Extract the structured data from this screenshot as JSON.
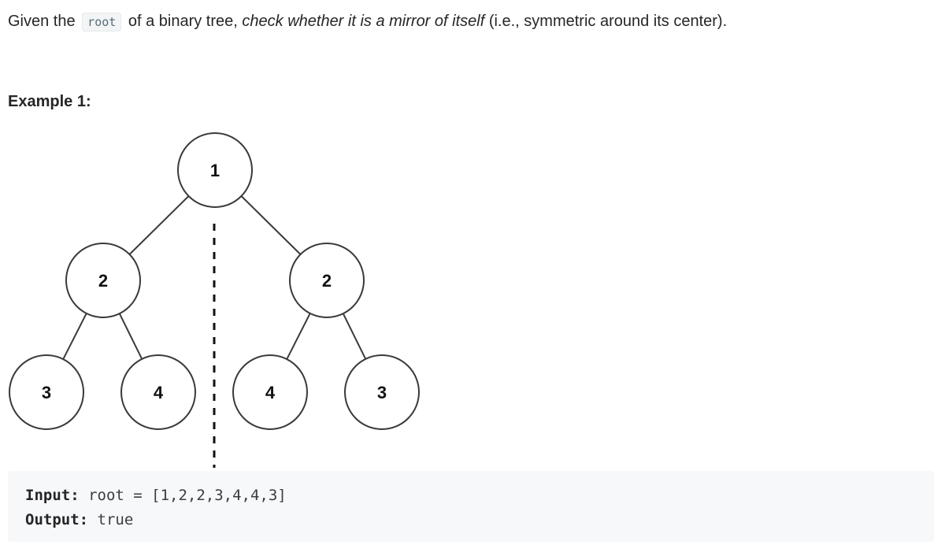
{
  "problem": {
    "prefix": "Given the",
    "code_term": "root",
    "middle": "of a binary tree,",
    "emphasis": "check whether it is a mirror of itself",
    "suffix": "(i.e., symmetric around its center)."
  },
  "example": {
    "title": "Example 1:",
    "input_label": "Input:",
    "input_value": "root = [1,2,2,3,4,4,3]",
    "output_label": "Output:",
    "output_value": "true"
  },
  "tree": {
    "node_values": [
      "1",
      "2",
      "2",
      "3",
      "4",
      "4",
      "3"
    ],
    "stroke_color": "#3a3a3a",
    "node_fill": "#ffffff",
    "symmetry_axis": "dashed"
  }
}
